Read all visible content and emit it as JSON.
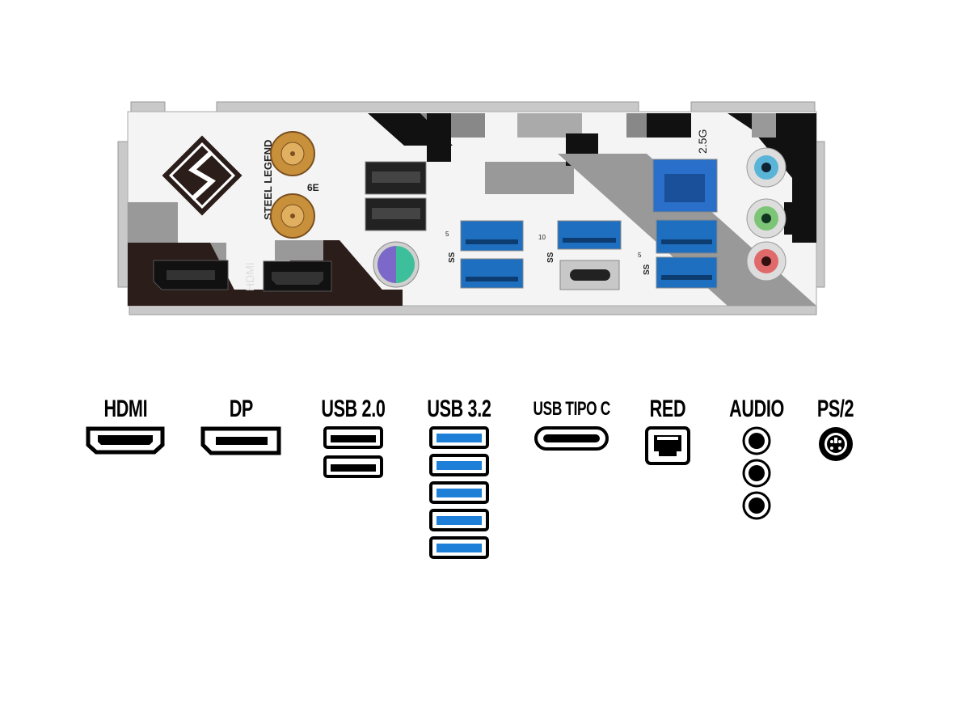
{
  "panel": {
    "brand_text": "STEEL LEGEND",
    "wifi_badge": "6E",
    "lan_speed": "2.5G",
    "hdmi_print": "HDMI",
    "usb_speed_5_left": "5",
    "usb_speed_10": "10",
    "usb_speed_5_right": "5",
    "ss_label": "SS",
    "colors": {
      "audio_line_in": "#5ab4d8",
      "audio_line_out": "#7cc576",
      "audio_mic": "#e06a6a",
      "usb3_blue": "#1f6fc0",
      "lan_blue": "#2a6fc9",
      "antenna_gold": "#c8903a"
    }
  },
  "legend": [
    {
      "label": "HDMI"
    },
    {
      "label": "DP"
    },
    {
      "label": "USB 2.0"
    },
    {
      "label": "USB 3.2"
    },
    {
      "label": "USB TIPO C"
    },
    {
      "label": "RED"
    },
    {
      "label": "AUDIO"
    },
    {
      "label": "PS/2"
    }
  ],
  "legend_colors": {
    "usb3_blue": "#1e7fd8"
  }
}
